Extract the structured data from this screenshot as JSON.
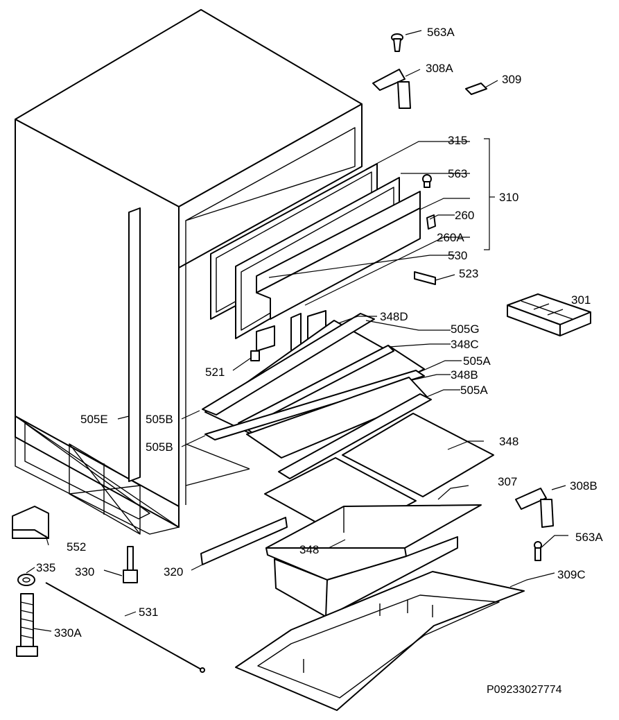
{
  "labels": {
    "l563A_top": "563A",
    "l308A": "308A",
    "l309": "309",
    "l315": "315",
    "l563": "563",
    "l310": "310",
    "l260": "260",
    "l260A": "260A",
    "l530": "530",
    "l523": "523",
    "l301": "301",
    "l348D": "348D",
    "l505G": "505G",
    "l348C": "348C",
    "l505A_1": "505A",
    "l348B": "348B",
    "l505A_2": "505A",
    "l521": "521",
    "l505E": "505E",
    "l505B_1": "505B",
    "l505B_2": "505B",
    "l348_right": "348",
    "l307": "307",
    "l308B": "308B",
    "l552": "552",
    "l563A_bottom": "563A",
    "l348_bottom": "348",
    "l330": "330",
    "l320": "320",
    "l335": "335",
    "l309C": "309C",
    "l531": "531",
    "l330A": "330A"
  },
  "drawing_code": "P09233027774"
}
